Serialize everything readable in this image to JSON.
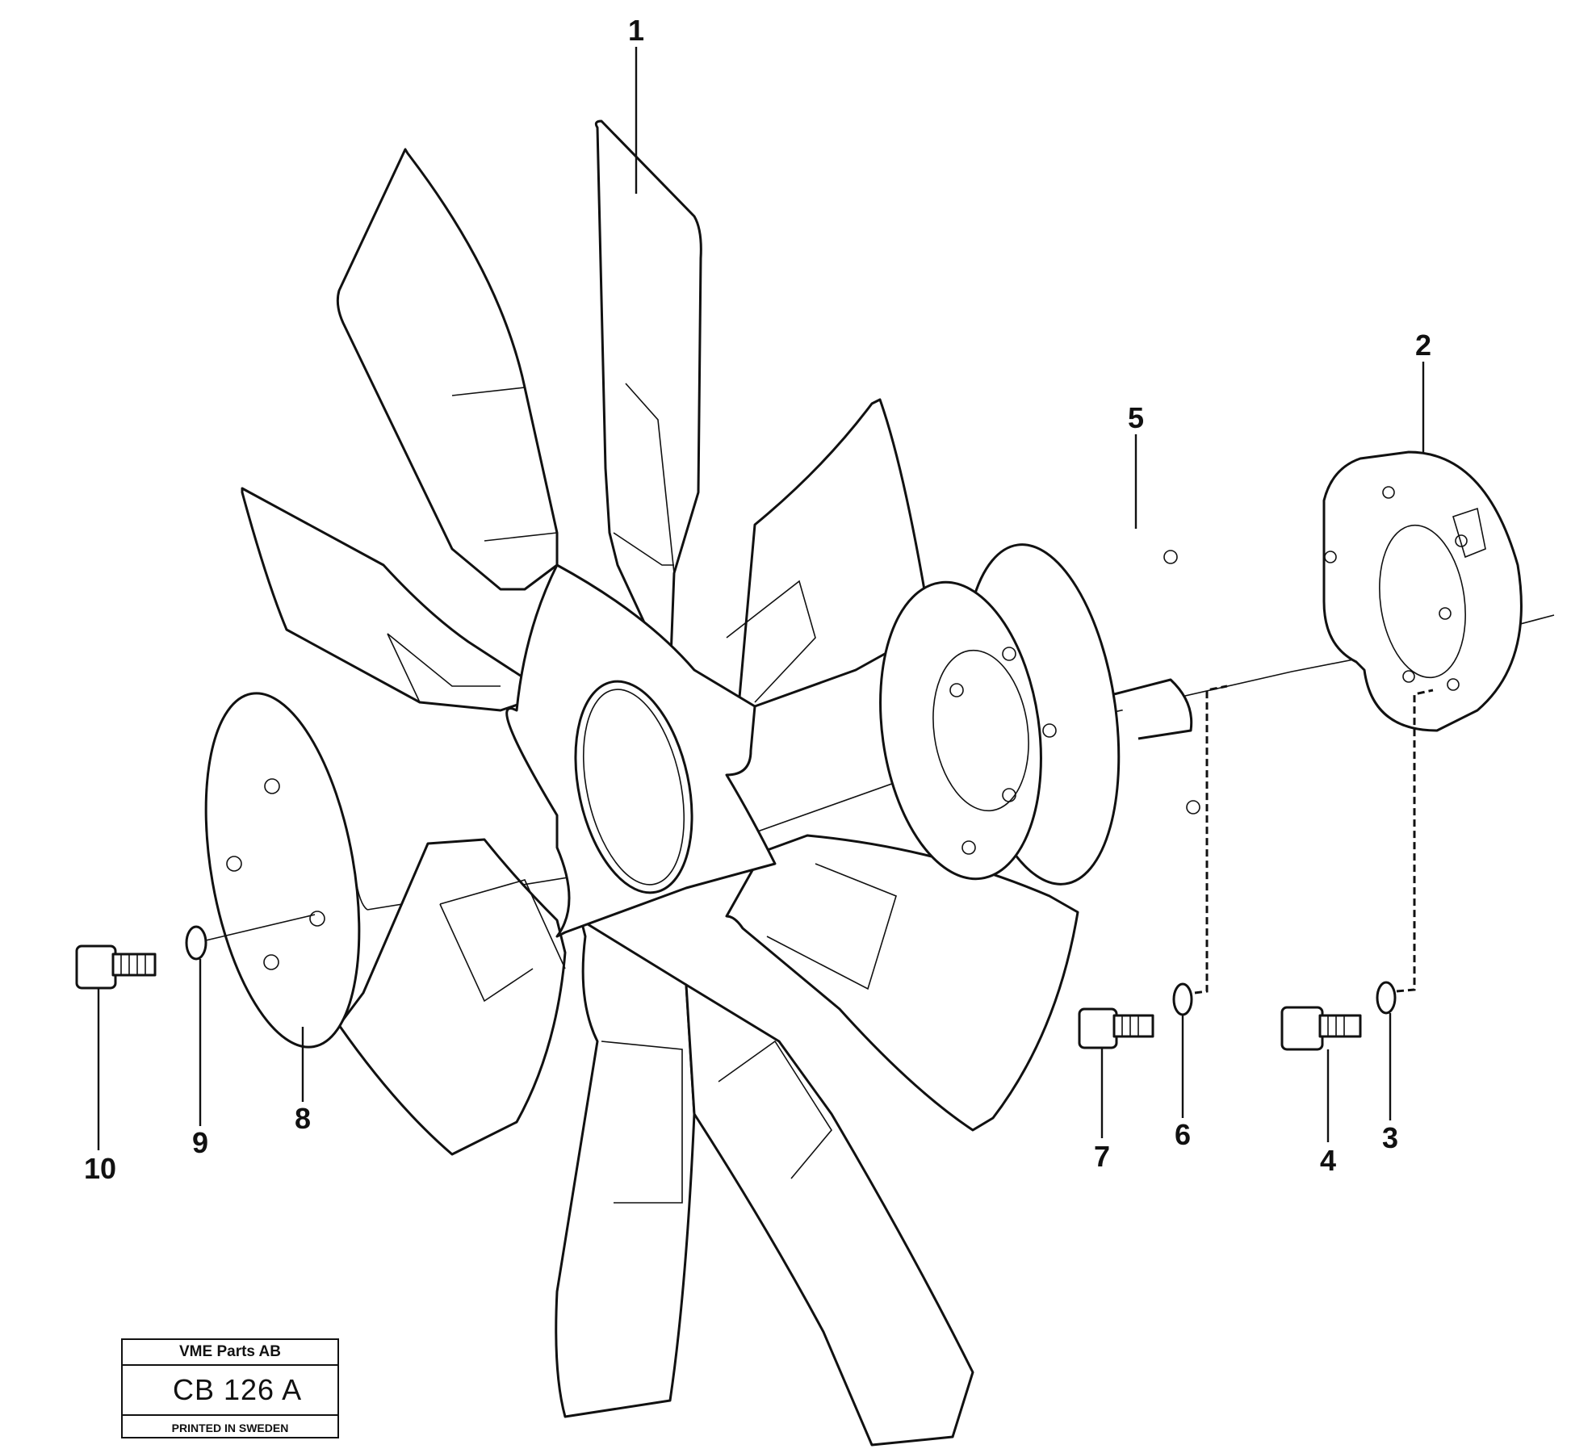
{
  "diagram": {
    "callouts": [
      "1",
      "2",
      "3",
      "4",
      "5",
      "6",
      "7",
      "8",
      "9",
      "10"
    ]
  },
  "title_block": {
    "company": "VME Parts AB",
    "drawing_code": "CB 126  A",
    "printed": "PRINTED IN SWEDEN"
  }
}
